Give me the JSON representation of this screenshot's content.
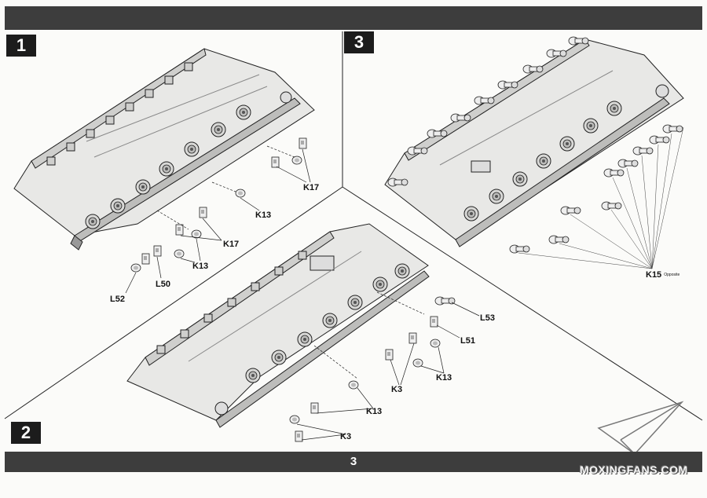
{
  "page_number": "3",
  "steps": [
    {
      "number": "1",
      "labels": {
        "a": "K17",
        "b": "K13",
        "c": "K17",
        "d": "K13",
        "e": "L50",
        "f": "L52"
      }
    },
    {
      "number": "2",
      "labels": {
        "a": "L53",
        "b": "L51",
        "c": "K13",
        "d": "K3",
        "e": "K13",
        "f": "K3"
      }
    },
    {
      "number": "3",
      "labels": {
        "a": "K15",
        "a_note": "Opposite"
      }
    }
  ],
  "watermark": "MOXINGFANS.COM",
  "colors": {
    "bar": "#3d3d3d",
    "step_box": "#1c1c1c",
    "line": "#333333",
    "part": "#e6e6e4"
  }
}
